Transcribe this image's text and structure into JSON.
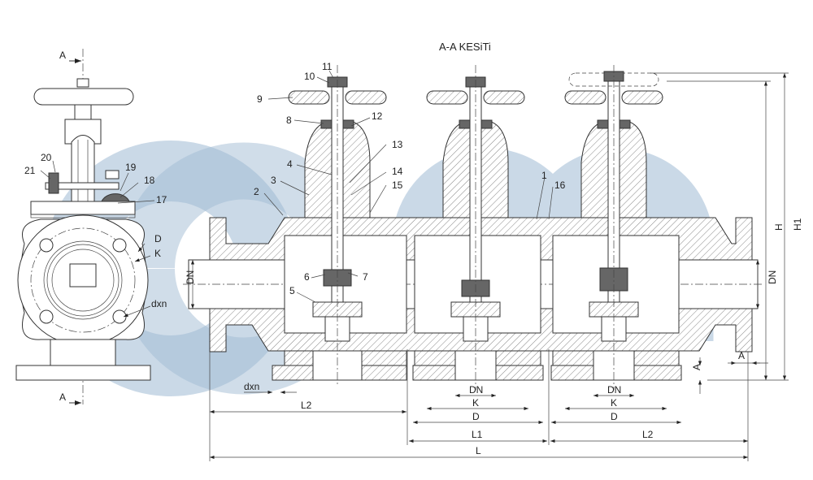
{
  "title": "A-A KESiTi",
  "section_marks": {
    "top": "A",
    "bottom": "A"
  },
  "colors": {
    "line": "#333333",
    "watermark": "#9fbad3",
    "background": "#ffffff"
  },
  "front_view": {
    "parts": [
      "20",
      "21",
      "19",
      "18",
      "17"
    ],
    "dims": {
      "D": "D",
      "K": "K",
      "dxn": "dxn"
    }
  },
  "section_view": {
    "parts": [
      "1",
      "2",
      "3",
      "4",
      "5",
      "6",
      "7",
      "8",
      "9",
      "10",
      "11",
      "12",
      "13",
      "14",
      "15",
      "16"
    ],
    "dims": {
      "dn_left": "DN",
      "dn_right": "DN",
      "H": "H",
      "H1": "H1",
      "a_right": "A",
      "a_bottom": "A",
      "dxn": "dxn",
      "l2_left": "L2",
      "l1": "L1",
      "l2_right": "L2",
      "l": "L",
      "v2_dn": "DN",
      "v2_k": "K",
      "v2_d": "D",
      "v3_dn": "DN",
      "v3_k": "K",
      "v3_d": "D"
    }
  }
}
